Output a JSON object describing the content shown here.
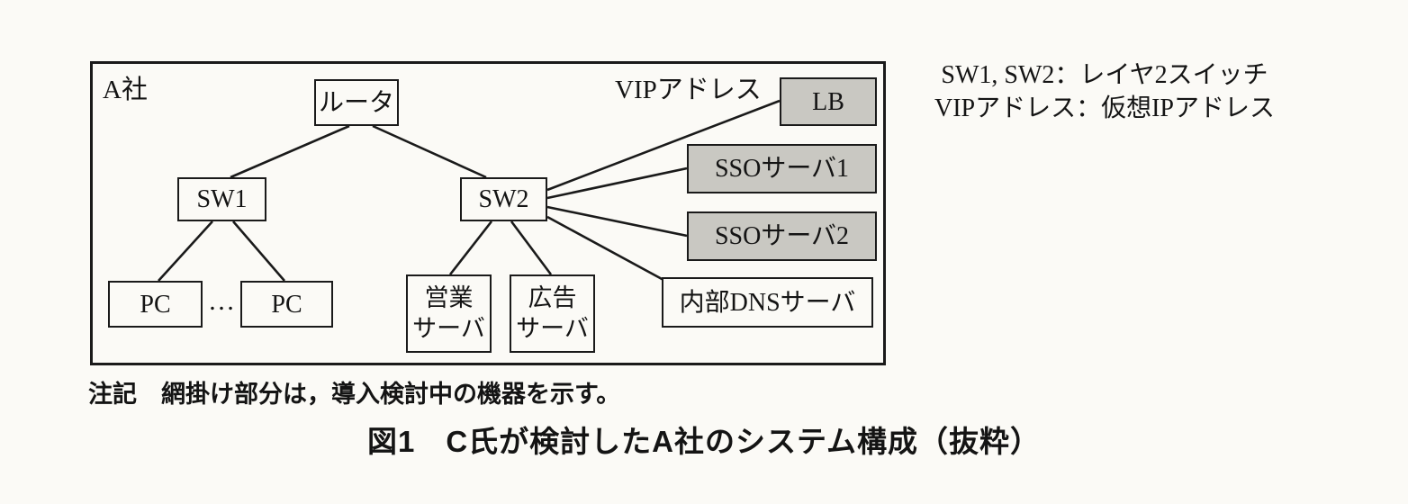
{
  "diagram": {
    "company_label": "A社",
    "vip_label": "VIPアドレス",
    "nodes": {
      "router": "ルータ",
      "sw1": "SW1",
      "sw2": "SW2",
      "pc_left": "PC",
      "ellipsis": "…",
      "pc_right": "PC",
      "sales_server": "営業\nサーバ",
      "ad_server": "広告\nサーバ",
      "lb": "LB",
      "sso_server1": "SSOサーバ1",
      "sso_server2": "SSOサーバ2",
      "internal_dns": "内部DNSサーバ"
    },
    "shaded_color": "#c9c8c2",
    "line_color": "#1a1a1a",
    "legend": {
      "line1": "SW1, SW2：レイヤ2スイッチ",
      "line2": "VIPアドレス：仮想IPアドレス"
    },
    "note": "注記　網掛け部分は，導入検討中の機器を示す。",
    "caption": "図1　C氏が検討したA社のシステム構成（抜粋）"
  }
}
